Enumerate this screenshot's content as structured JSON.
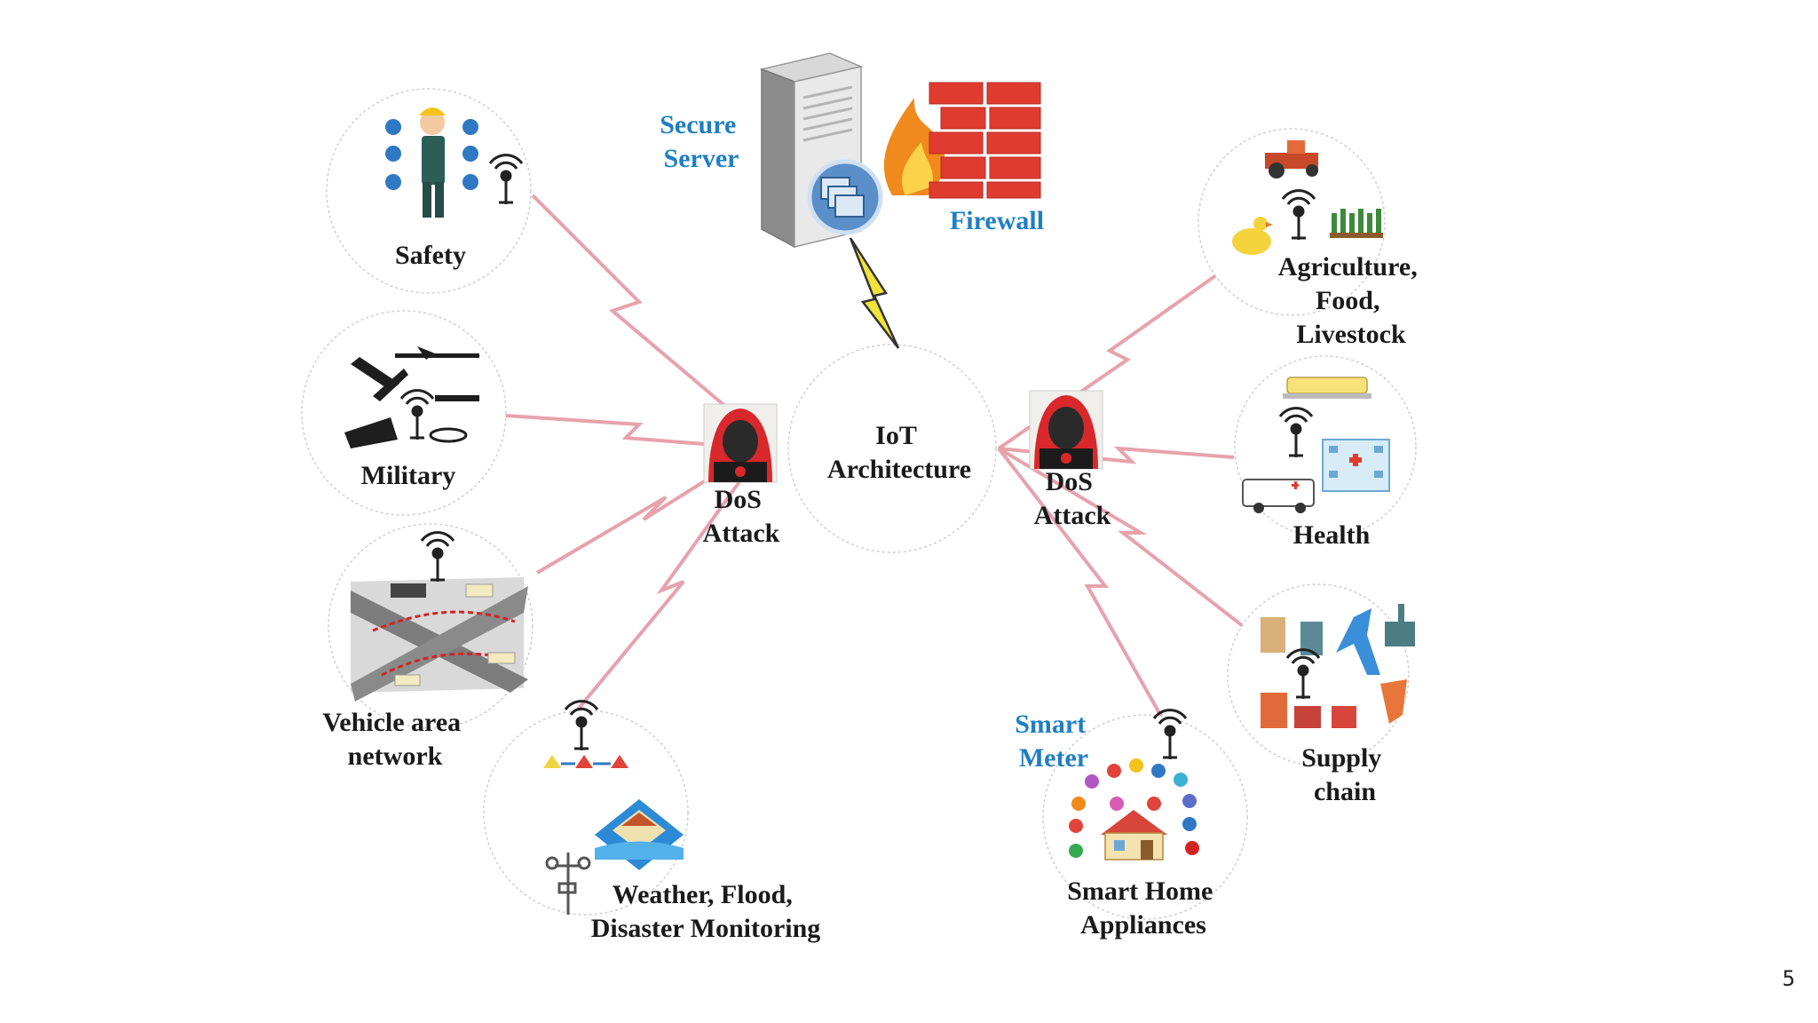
{
  "diagram": {
    "center": {
      "lines": [
        "IoT",
        "Architecture"
      ]
    },
    "server_label": {
      "lines": [
        "Secure",
        "Server"
      ]
    },
    "firewall_label": {
      "lines": [
        "Firewall"
      ]
    },
    "attack_left": {
      "lines": [
        "DoS",
        "Attack"
      ]
    },
    "attack_right": {
      "lines": [
        "DoS",
        "Attack"
      ]
    },
    "nodes": {
      "safety": {
        "lines": [
          "Safety"
        ]
      },
      "military": {
        "lines": [
          "Military"
        ]
      },
      "vehicle": {
        "lines": [
          "Vehicle area",
          "network"
        ]
      },
      "weather": {
        "lines": [
          "Weather, Flood,",
          "Disaster Monitoring"
        ]
      },
      "smart_home": {
        "lines": [
          "Smart Home",
          "Appliances"
        ]
      },
      "smart_meter": {
        "lines": [
          "Smart",
          "Meter"
        ]
      },
      "supply": {
        "lines": [
          "Supply",
          "chain"
        ]
      },
      "health": {
        "lines": [
          "Health"
        ]
      },
      "agriculture": {
        "lines": [
          "Agriculture,",
          "Food,",
          "Livestock"
        ]
      }
    },
    "colors": {
      "label_text": "#1a1a1a",
      "accent_blue": "#1f7fc4",
      "bolt": "#e7a2ac",
      "lightning": "#f2e23a",
      "firewall_brick": "#e03b2f",
      "hacker_hood": "#d8282b"
    },
    "icons": [
      "server-icon",
      "firewall-icon",
      "lightning-icon",
      "hacker-icon",
      "antenna-icon",
      "worker-icon",
      "drone-icon",
      "city-traffic-icon",
      "flood-icon",
      "house-icon",
      "tractor-icon",
      "ambulance-icon",
      "hospital-icon",
      "airplane-icon",
      "factory-icon"
    ]
  },
  "slide": {
    "page_number": "5"
  }
}
